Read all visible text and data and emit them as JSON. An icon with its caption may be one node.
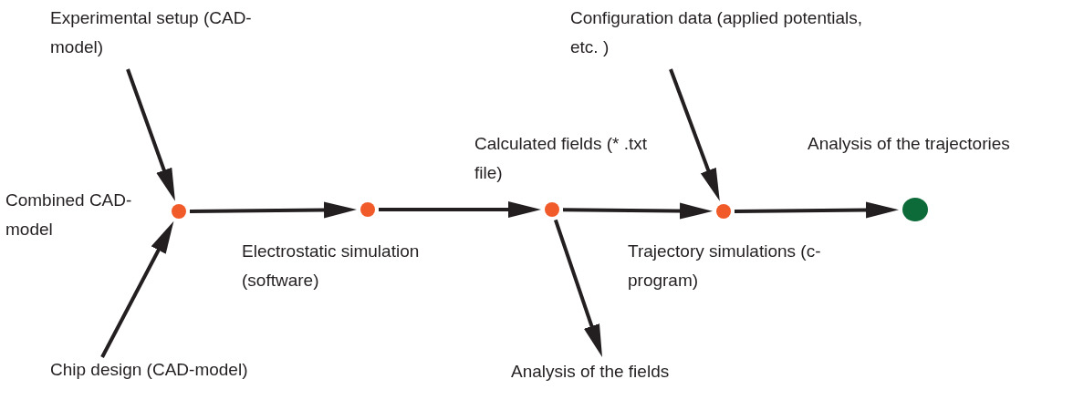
{
  "diagram": {
    "nodes": [
      {
        "text": [
          "Experimental setup (CAD-model)"
        ]
      },
      {
        "text": [],
        "shape": "circle",
        "beside": [
          "Combined CAD-model"
        ]
      },
      {
        "text": [
          "Chip design (CAD-model)"
        ]
      },
      {
        "text": [],
        "shape": "circle",
        "beside": [
          "Electrostatic simulation (software)"
        ]
      },
      {
        "text": [],
        "shape": "circle",
        "beside": [
          "Calculated fields (* .txt file)"
        ]
      },
      {
        "text": [
          "Analysis of the fields"
        ]
      },
      {
        "text": [
          "Configuration data (applied potentials, etc. )"
        ]
      },
      {
        "text": [],
        "shape": "circle",
        "beside": [
          "Trajectory simulations (c-program)"
        ]
      },
      {
        "text": [],
        "shape": "circle",
        "beside": [
          "Analysis of the trajectories"
        ]
      }
    ],
    "edges": [
      {
        "from": 0,
        "to": 1,
        "arrow": "to"
      },
      {
        "from": 2,
        "to": 1,
        "arrow": "to"
      },
      {
        "from": 1,
        "to": 3,
        "arrow": "to"
      },
      {
        "from": 3,
        "to": 4,
        "arrow": "to"
      },
      {
        "from": 4,
        "to": 5,
        "arrow": "to"
      },
      {
        "from": 4,
        "to": 7,
        "arrow": "to"
      },
      {
        "from": 6,
        "to": 7,
        "arrow": "to"
      },
      {
        "from": 7,
        "to": 8,
        "arrow": "to"
      }
    ]
  }
}
